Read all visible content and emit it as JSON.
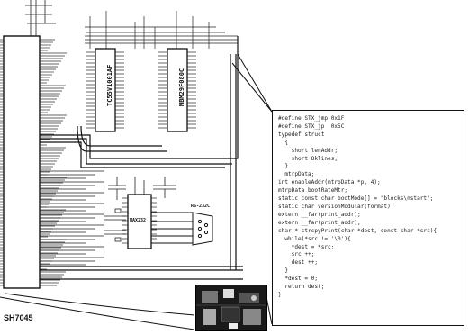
{
  "mcu": {
    "label": "SH7045"
  },
  "memory_chips": [
    {
      "label": "TC55V1001AF"
    },
    {
      "label": "MBM29F080C"
    }
  ],
  "aux_chips": [
    {
      "label": "MAX232"
    },
    {
      "label": "RS-232C"
    }
  ],
  "code_listing": {
    "lines": [
      "#define STX_jmp 0x1F",
      "#define STX_jp  0x5C",
      "",
      "typedef struct",
      "  {",
      "    short lenAddr;",
      "    short Oklines;",
      "  }",
      "  mtrpData;",
      "",
      "int enableAddr(mtrpData *p, 4);",
      "mtrpData bootRateMtr;",
      "static const char bootMode[] = \"blocks\\nstart\";",
      "static char versionModular(format);",
      "",
      "extern __far(print_addr);",
      "extern __far(print_addr);",
      "",
      "char * strcpyPrint(char *dest, const char *src){",
      "",
      "  while(*src != '\\0'){",
      "    *dest = *src;",
      "    src ++;",
      "    dest ++;",
      "  }",
      "  *dest = 0;",
      "  return dest;",
      "}"
    ]
  },
  "colors": {
    "ink": "#111111",
    "paper": "#ffffff",
    "board": "#1a1a1a"
  }
}
